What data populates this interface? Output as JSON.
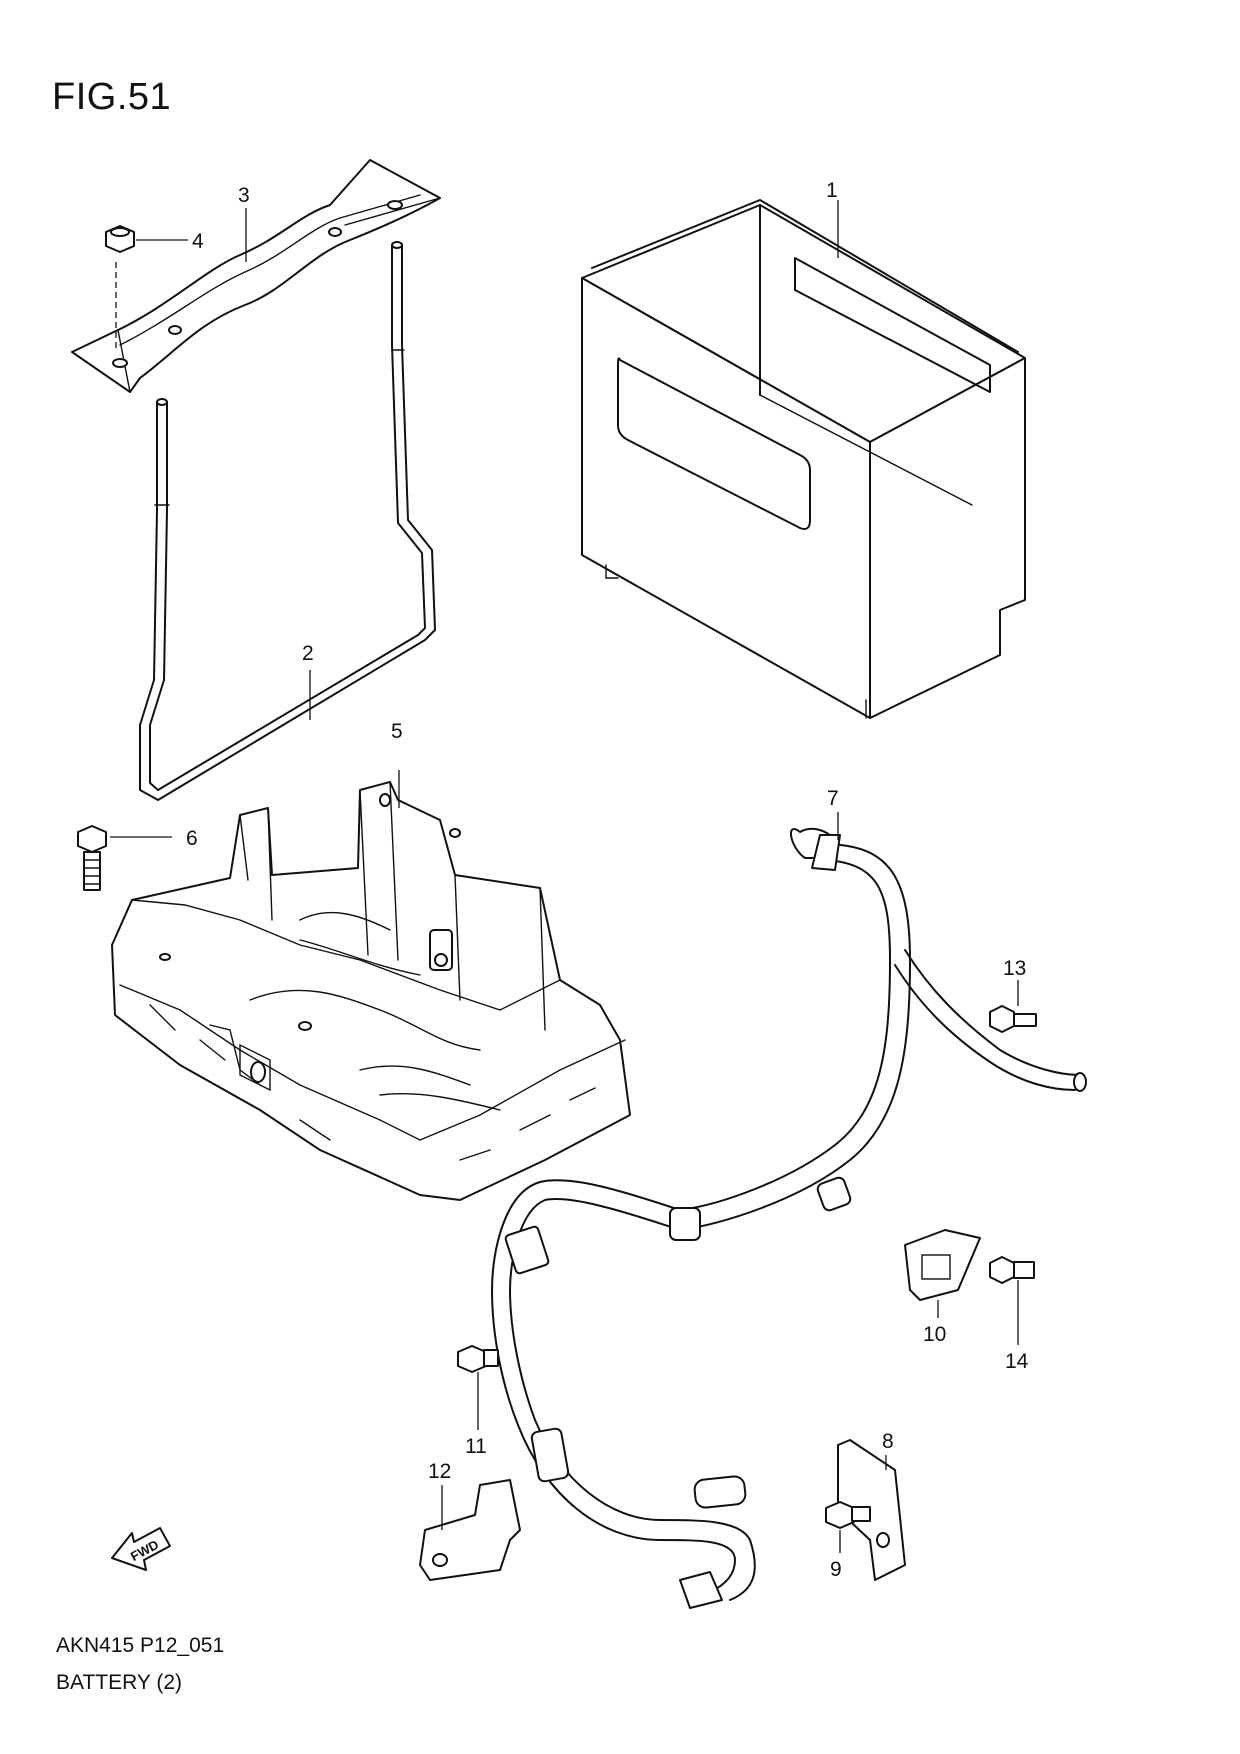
{
  "figure": {
    "title": "FIG.51"
  },
  "footer": {
    "code": "AKN415 P12_051",
    "name": "BATTERY (2)"
  },
  "direction_marker": {
    "label": "FWD"
  },
  "callouts": [
    "1",
    "2",
    "3",
    "4",
    "5",
    "6",
    "7",
    "8",
    "9",
    "10",
    "11",
    "12",
    "13",
    "14"
  ]
}
